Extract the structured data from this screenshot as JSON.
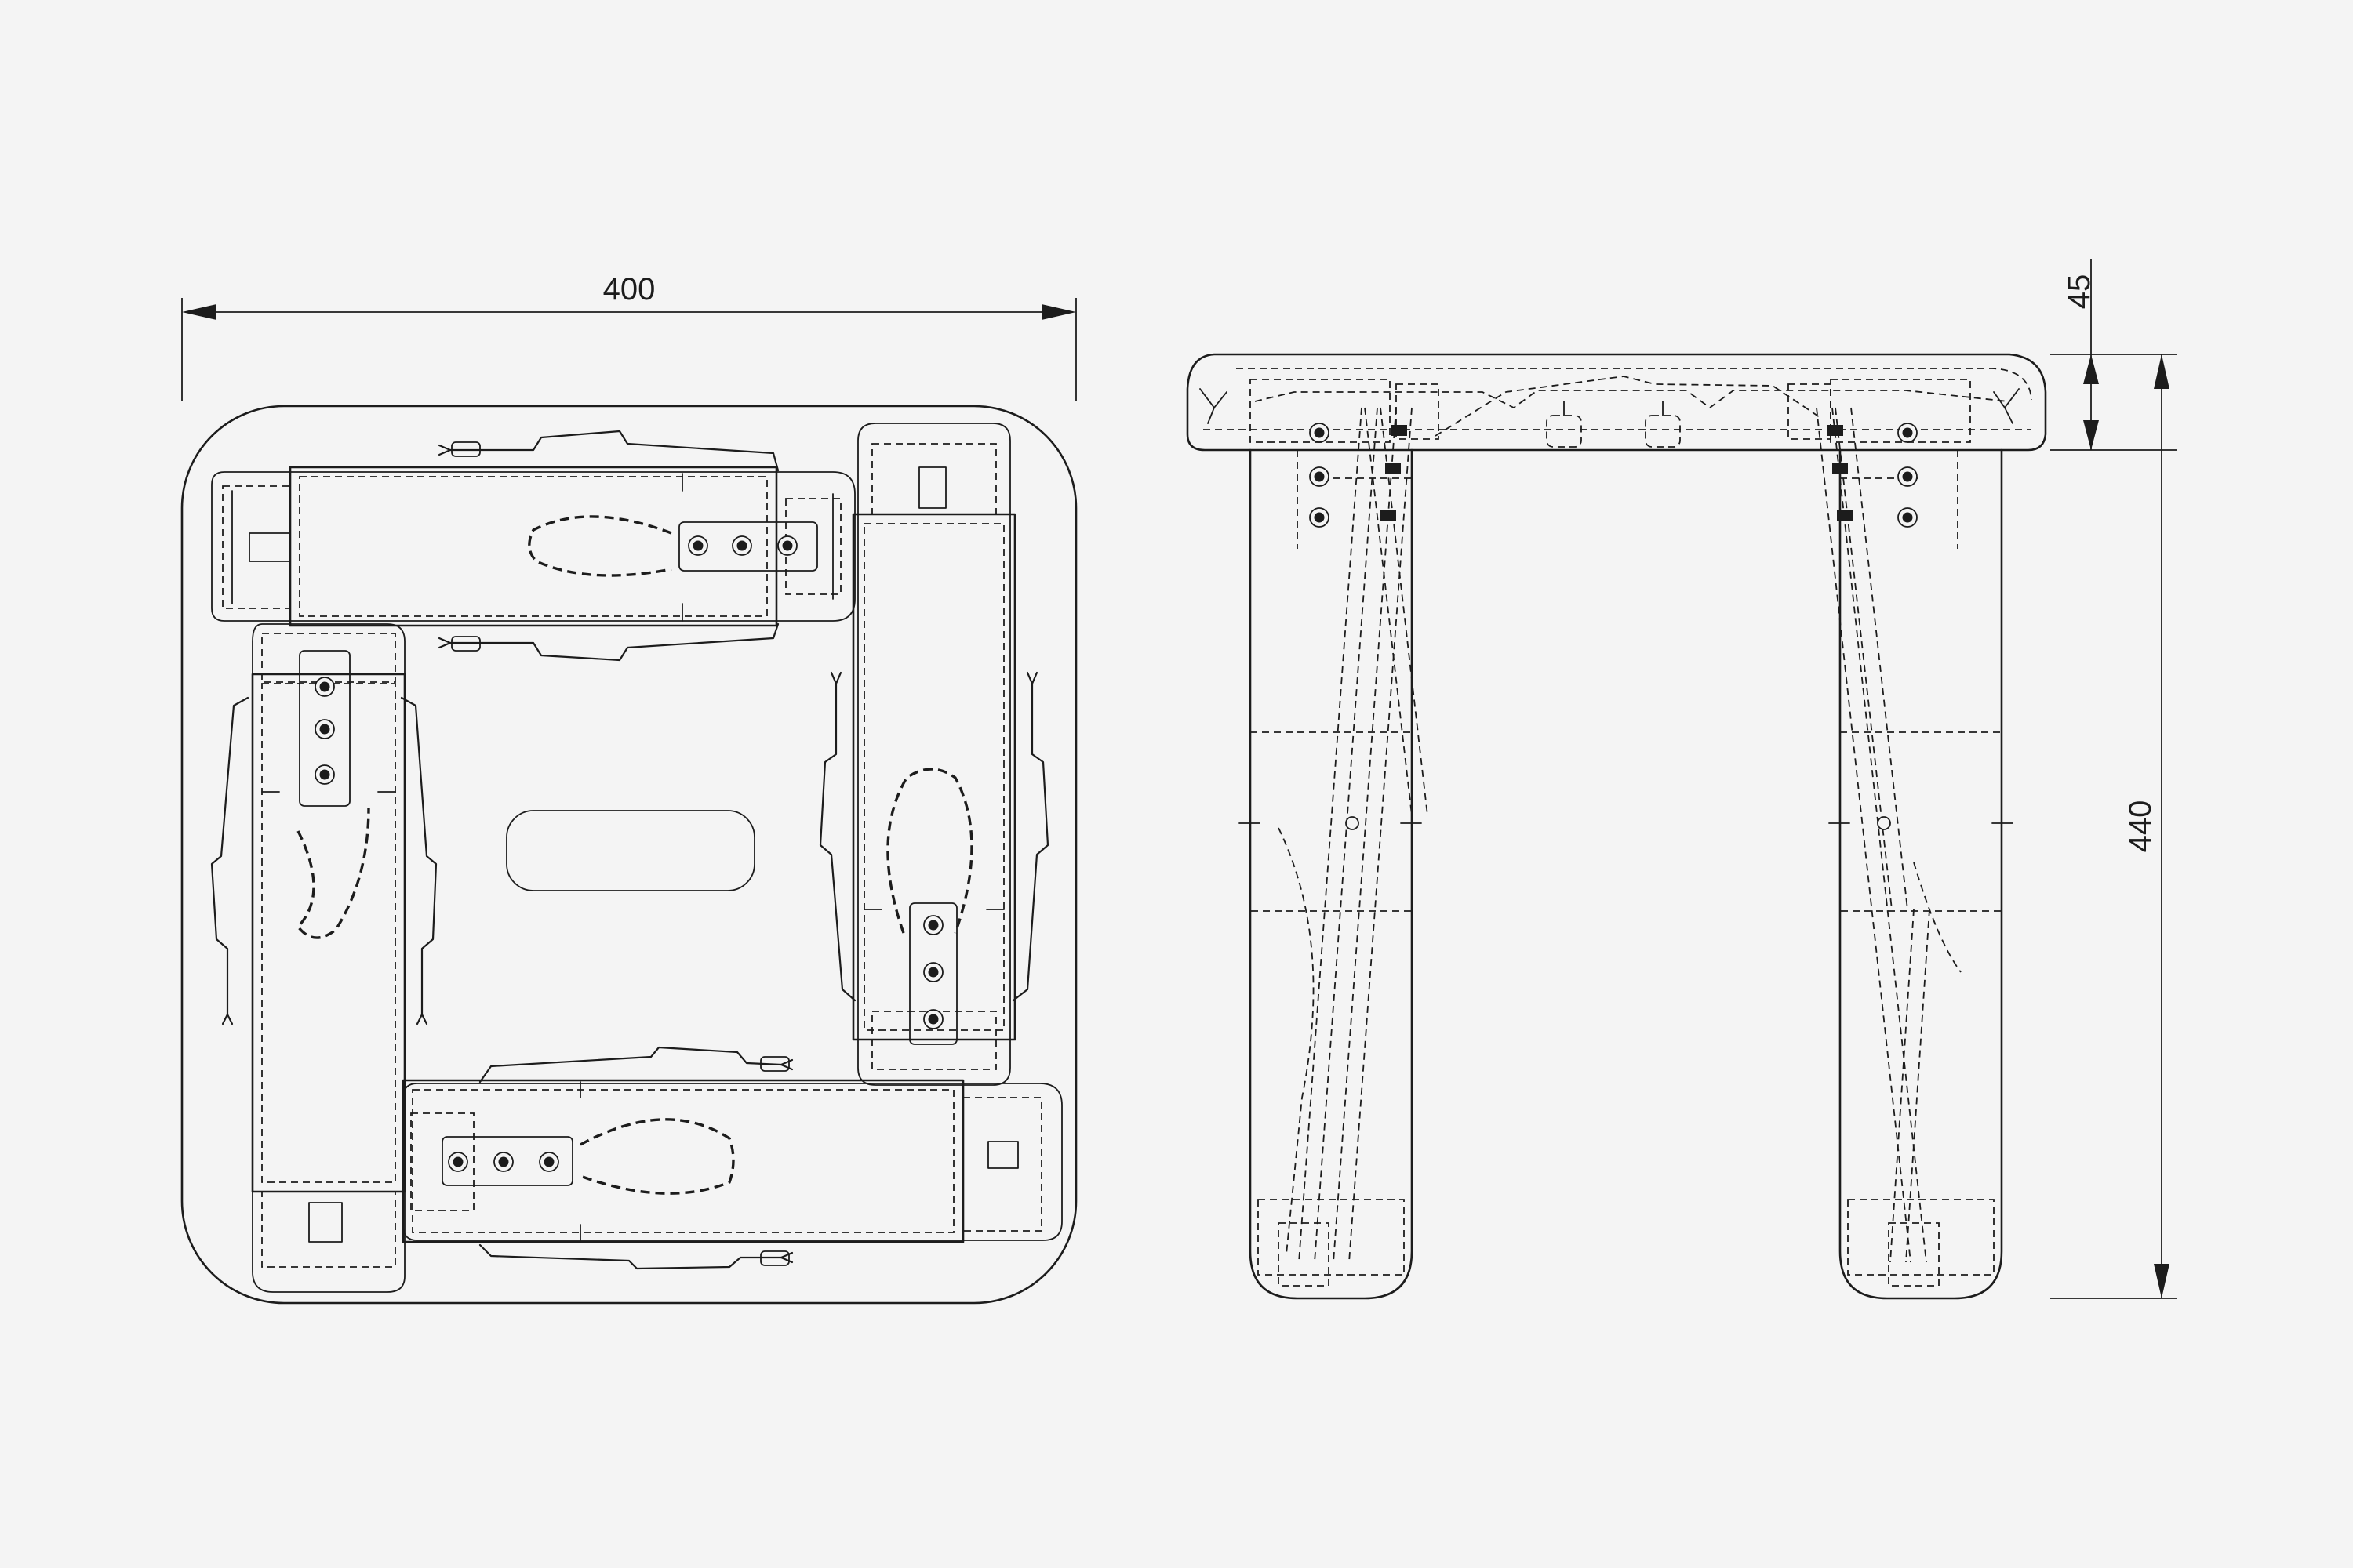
{
  "dimensions": {
    "width": "400",
    "seat_thickness": "45",
    "height": "440"
  }
}
